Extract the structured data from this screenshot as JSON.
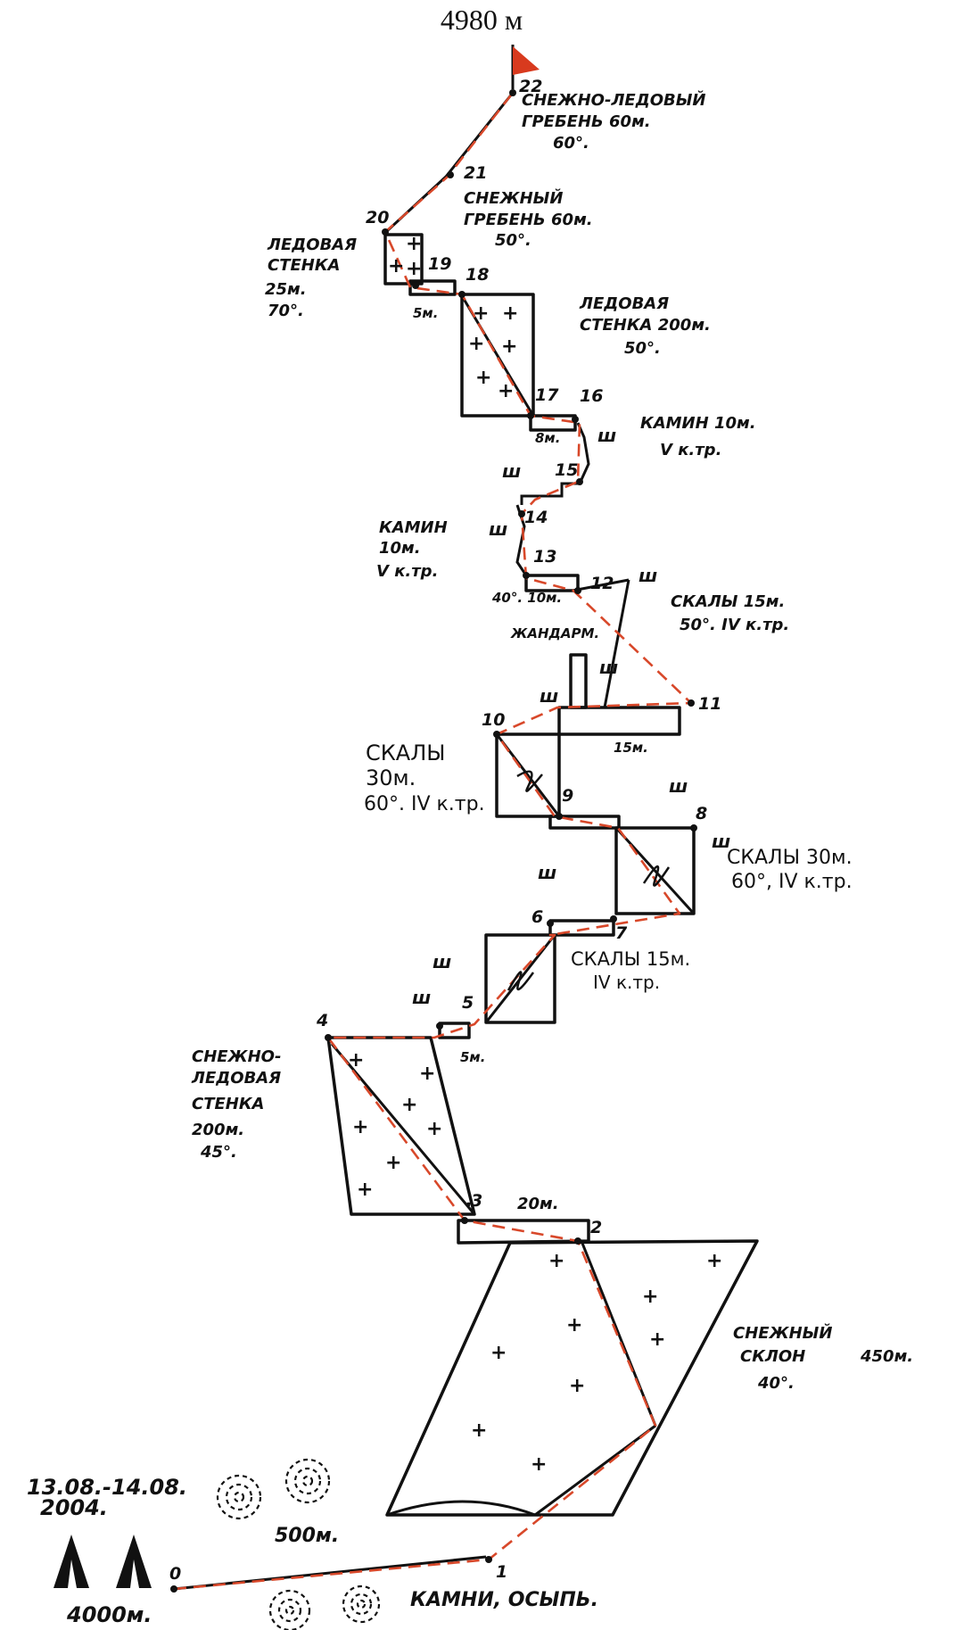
{
  "summit": {
    "elevation": "4980 м"
  },
  "points": [
    "0",
    "1",
    "2",
    "3",
    "4",
    "5",
    "6",
    "7",
    "8",
    "9",
    "10",
    "11",
    "12",
    "13",
    "14",
    "15",
    "16",
    "17",
    "18",
    "19",
    "20",
    "21",
    "22"
  ],
  "sections": {
    "s22_ridge": [
      "СНЕЖНО-ЛЕДОВЫЙ",
      "ГРЕБЕНЬ  60м.",
      "60°."
    ],
    "s21_ridge": [
      "СНЕЖНЫЙ",
      "ГРЕБЕНЬ  60м.",
      "50°."
    ],
    "s20_wall": [
      "ЛЕДОВАЯ",
      "СТЕНКА",
      "25м.",
      "70°."
    ],
    "s18_wall": [
      "ЛЕДОВАЯ",
      "СТЕНКА  200м.",
      "50°."
    ],
    "s16_chimney": [
      "КАМИН  10м.",
      "V к.тр."
    ],
    "s14_chimney": [
      "КАМИН",
      "10м.",
      "V к.тр."
    ],
    "s12_rocks": [
      "СКАЛЫ  15м.",
      "50°.   IV к.тр."
    ],
    "s10_rocks": [
      "СКАЛЫ",
      "30м.",
      "60°. IV к.тр."
    ],
    "s8_rocks": [
      "СКАЛЫ  30м.",
      "60°,  IV к.тр."
    ],
    "s6_rocks": [
      "СКАЛЫ 15м.",
      "IV к.тр."
    ],
    "s4_wall": [
      "СНЕЖНО-",
      "ЛЕДОВАЯ",
      "СТЕНКА",
      "200м.",
      "45°."
    ],
    "s2_slope": [
      "СНЕЖНЫЙ",
      "СКЛОН",
      "40°."
    ],
    "s2_length": "450м."
  },
  "small_labels": {
    "d19": "5м.",
    "d17": "8м.",
    "d13": "40°. 10м.",
    "gendarme": "ЖАНДАРМ.",
    "d11": "15м.",
    "d5": "5м.",
    "d3": "20м.",
    "d0": "500м."
  },
  "base": {
    "dates": "13.08.-14.08.",
    "year": "2004.",
    "camp_elevation": "4000м.",
    "scree": "КАМНИ, ОСЫПЬ."
  },
  "colors": {
    "ink": "#111111",
    "route": "#d8482a",
    "flag": "#d83a1e"
  },
  "icons": [
    "summit-flag-icon",
    "tent-icon",
    "stone-icon",
    "rock-face-icon",
    "snow-plus-icon"
  ]
}
